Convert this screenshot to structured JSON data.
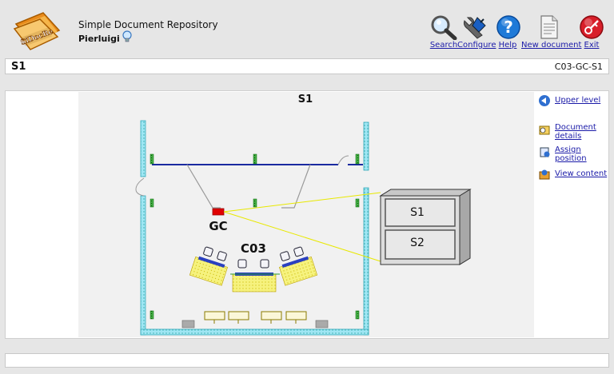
{
  "header": {
    "app_title": "Simple Document Repository",
    "user_name": "Pierluigi",
    "logo_text": "SiDocRe"
  },
  "toolbar": {
    "search": "Search",
    "configure": "Configure",
    "help": "Help",
    "new_document": "New document",
    "exit": "Exit"
  },
  "titlebar": {
    "title": "S1",
    "code": "C03-GC-S1"
  },
  "floorplan": {
    "title": "S1",
    "label_gc": "GC",
    "label_room": "C03",
    "cabinet_shelves": [
      "S1",
      "S2"
    ],
    "colors": {
      "wall": "#8fe0f0",
      "door": "#1a2aa0",
      "marker": "#e00000",
      "desk": "#f3f07a",
      "green": "#2a9a2a"
    }
  },
  "side_links": {
    "upper_level": "Upper level",
    "document_details": "Document details",
    "assign_position": "Assign position",
    "view_content": "View content"
  }
}
